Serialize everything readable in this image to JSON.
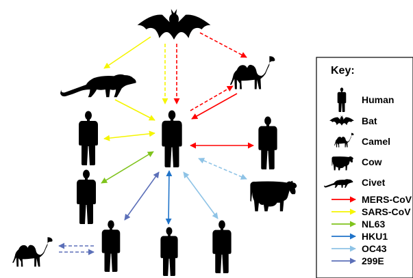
{
  "key": {
    "title": "Key:",
    "entities": [
      {
        "icon": "human-icon",
        "label": "Human"
      },
      {
        "icon": "bat-icon",
        "label": "Bat"
      },
      {
        "icon": "camel-icon",
        "label": "Camel"
      },
      {
        "icon": "cow-icon",
        "label": "Cow"
      },
      {
        "icon": "civet-icon",
        "label": "Civet"
      }
    ],
    "viruses": [
      {
        "label": "MERS-CoV",
        "color": "#ff0000"
      },
      {
        "label": "SARS-CoV",
        "color": "#ffff00"
      },
      {
        "label": "NL63",
        "color": "#7fc31c"
      },
      {
        "label": "HKU1",
        "color": "#1f73c9"
      },
      {
        "label": "OC43",
        "color": "#8ec3e6"
      },
      {
        "label": "299E",
        "color": "#5b6fb8"
      }
    ]
  }
}
